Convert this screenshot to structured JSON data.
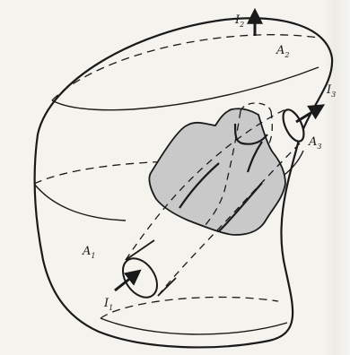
{
  "labels": {
    "I2": {
      "main": "I",
      "sub": "2"
    },
    "A2": {
      "main": "A",
      "sub": "2"
    },
    "I3": {
      "main": "I",
      "sub": "3"
    },
    "A3": {
      "main": "A",
      "sub": "3"
    },
    "A1": {
      "main": "A",
      "sub": "1"
    },
    "I1": {
      "main": "I",
      "sub": "1"
    }
  },
  "colors": {
    "ink": "#1a1a1a",
    "paper": "#f4f3ee",
    "surface_fill": "#c9c9c9"
  }
}
